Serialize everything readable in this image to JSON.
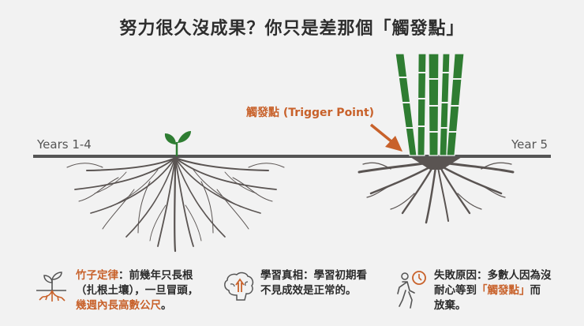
{
  "title": "努力很久沒成果？你只是差那個「觸發點」",
  "diagram": {
    "left_label": "Years 1-4",
    "right_label": "Year 5",
    "trigger_label": "觸發點 (Trigger Point)",
    "colors": {
      "ground_line": "#555555",
      "roots": "#5a5452",
      "sprout": "#2e7d32",
      "bamboo": "#2f7d32",
      "accent": "#c8612a",
      "background": "#f2f2f2"
    }
  },
  "notes": [
    {
      "icon": "sprout-roots-icon",
      "highlight": "竹子定律",
      "text_a": "：前幾年只長根",
      "text_b": "（扎根土壤），一旦冒頭，",
      "text_c": "幾週內長高數公尺",
      "text_d": "。"
    },
    {
      "icon": "brain-arrow-icon",
      "text_a": "學習真相：學習初期看",
      "text_b": "不見成效是正常的。"
    },
    {
      "icon": "walking-clock-icon",
      "text_a": "失敗原因：多數人因為沒",
      "text_b": "耐心等到",
      "highlight": "「觸發點」",
      "text_c": "而",
      "text_d": "放棄。"
    }
  ]
}
